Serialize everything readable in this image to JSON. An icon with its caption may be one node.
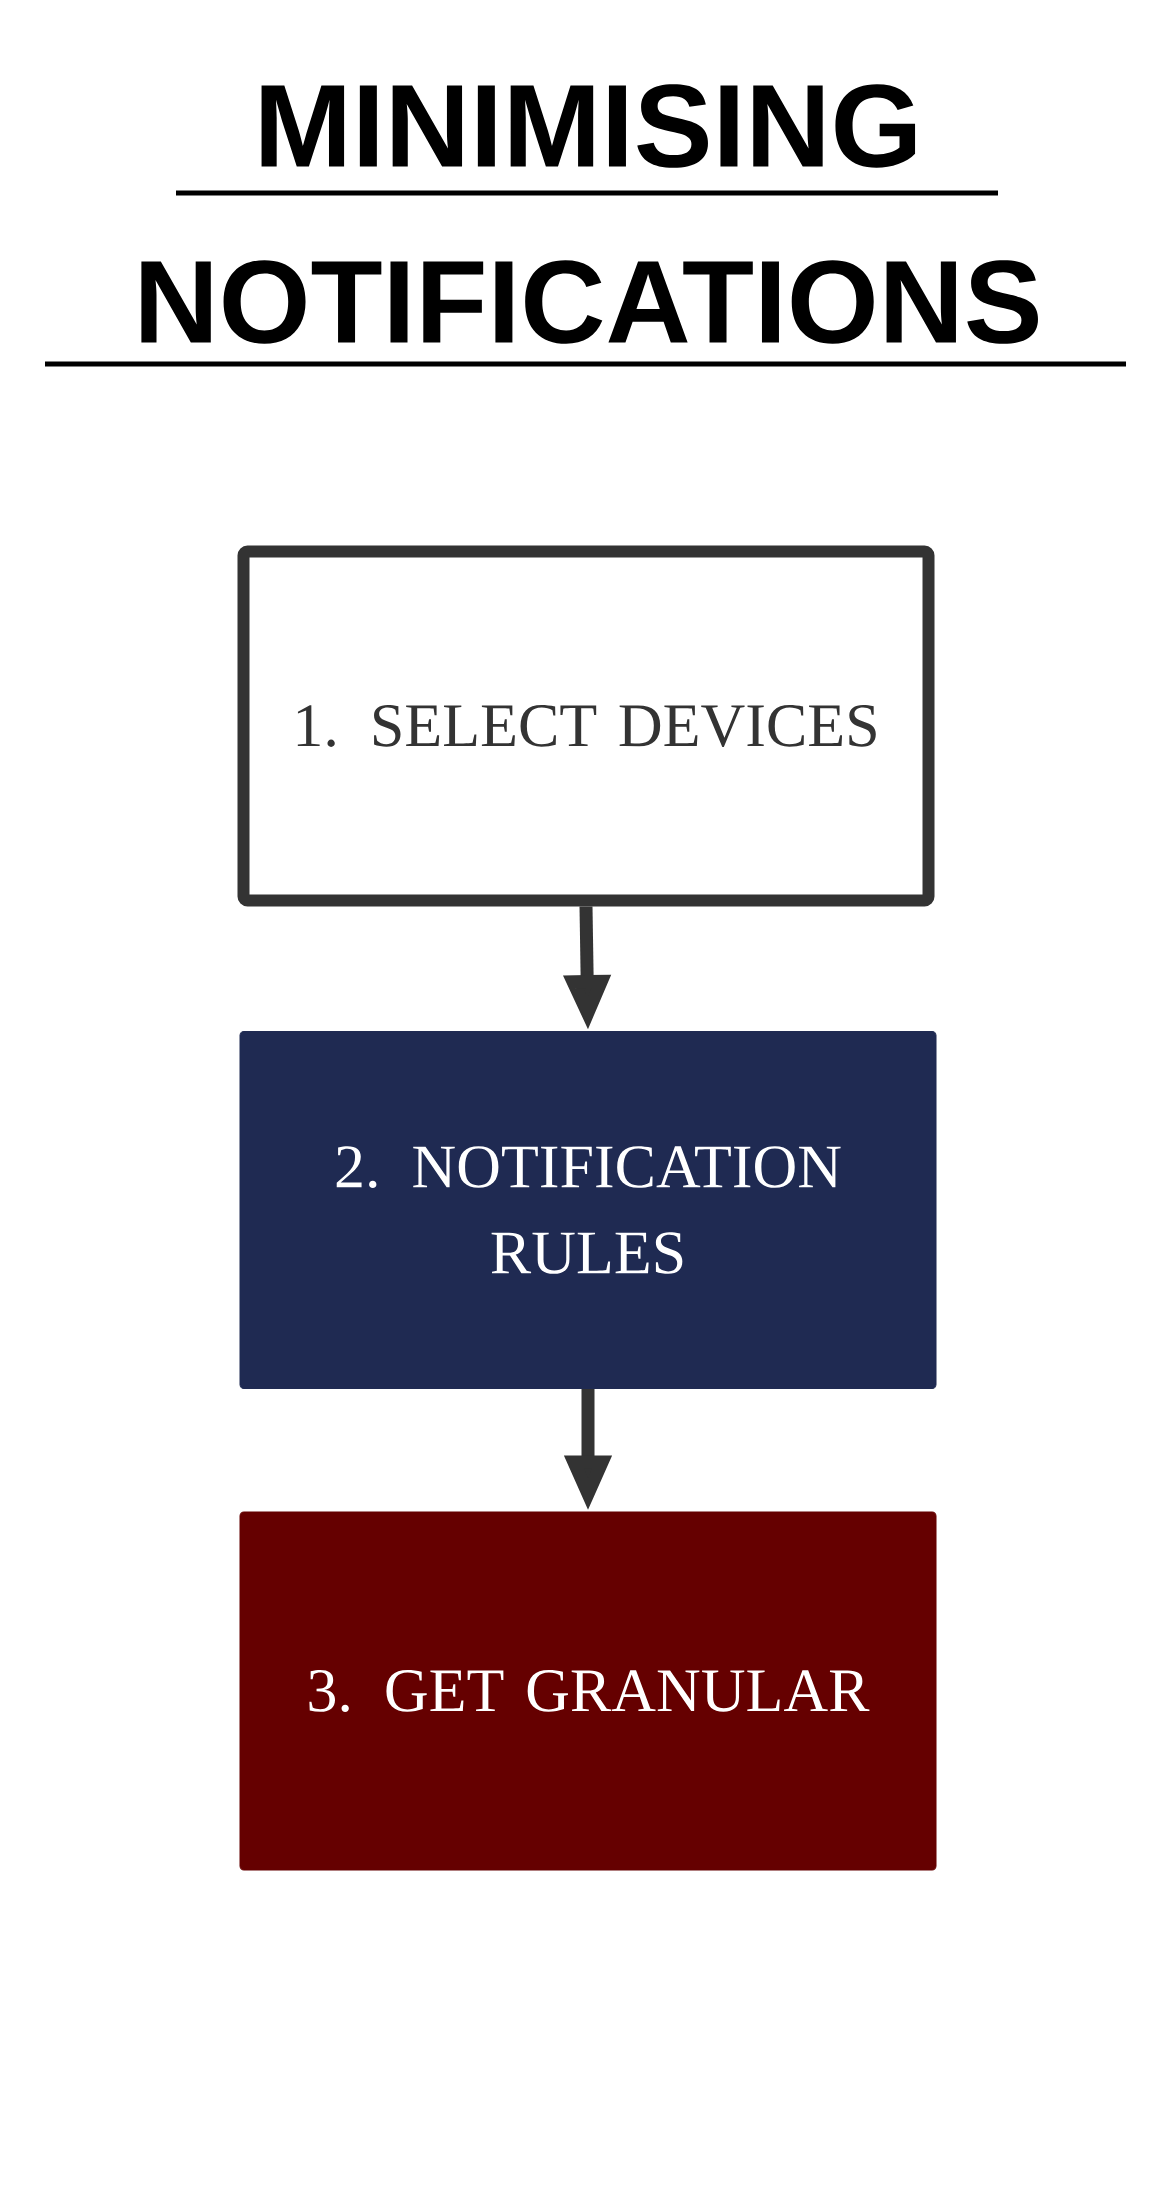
{
  "diagram": {
    "title": "MINIMISING NOTIFICATIONS",
    "nodes": [
      {
        "text": [
          "1. SELECT DEVICES"
        ]
      },
      {
        "text": [
          "2. NOTIFICATION RULES"
        ]
      },
      {
        "text": [
          "3. GET GRANULAR"
        ]
      }
    ],
    "edges": [
      {
        "from": 0,
        "to": 1,
        "arrow": "to"
      },
      {
        "from": 1,
        "to": 2,
        "arrow": "to"
      }
    ]
  }
}
